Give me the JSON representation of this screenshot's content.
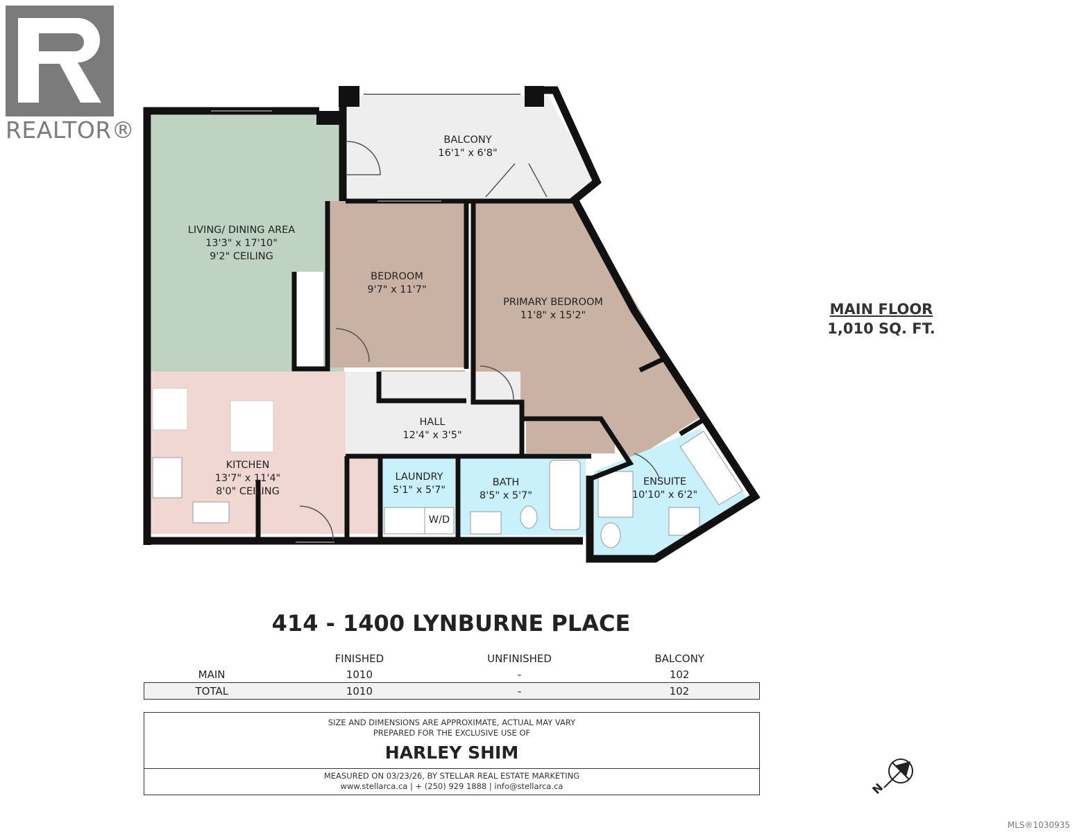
{
  "branding": {
    "realtor_text": "REALTOR®",
    "mls": "MLS®1030935",
    "logo_icon": "realtor-r-logo"
  },
  "rooms": {
    "balcony": {
      "name": "BALCONY",
      "dims": "16'1\" x 6'8\""
    },
    "living": {
      "name": "LIVING/ DINING AREA",
      "dims": "13'3\" x 17'10\"",
      "ceiling": "9'2\" CEILING"
    },
    "bedroom": {
      "name": "BEDROOM",
      "dims": "9'7\" x 11'7\""
    },
    "primary": {
      "name": "PRIMARY BEDROOM",
      "dims": "11'8\" x 15'2\""
    },
    "hall": {
      "name": "HALL",
      "dims": "12'4\" x 3'5\""
    },
    "kitchen": {
      "name": "KITCHEN",
      "dims": "13'7\" x 11'4\"",
      "ceiling": "8'0\" CEILING"
    },
    "laundry": {
      "name": "LAUNDRY",
      "dims": "5'1\" x 5'7\"",
      "appliance": "W/D"
    },
    "bath": {
      "name": "BATH",
      "dims": "8'5\" x 5'7\""
    },
    "ensuite": {
      "name": "ENSUITE",
      "dims": "10'10\" x 6'2\""
    }
  },
  "floor_summary": {
    "title": "MAIN FLOOR",
    "area": "1,010 SQ. FT."
  },
  "address": "414 - 1400 LYNBURNE PLACE",
  "area_table": {
    "headers": [
      "",
      "FINISHED",
      "UNFINISHED",
      "BALCONY"
    ],
    "rows": [
      [
        "MAIN",
        "1010",
        "-",
        "102"
      ],
      [
        "TOTAL",
        "1010",
        "-",
        "102"
      ]
    ]
  },
  "info": {
    "line1": "SIZE AND DIMENSIONS ARE APPROXIMATE, ACTUAL MAY VARY",
    "line2": "PREPARED FOR THE EXCLUSIVE USE OF",
    "client": "HARLEY SHIM",
    "line3": "MEASURED ON 03/23/26, BY STELLAR REAL ESTATE MARKETING",
    "line4": "www.stellarca.ca | + (250) 929 1888 | info@stellarca.ca"
  },
  "compass": {
    "label": "N",
    "icon": "compass-icon"
  },
  "colors": {
    "living": "#bfd3c2",
    "bedroom": "#c9b2a4",
    "kitchen": "#f1d7d1",
    "wet": "#c8f1fb",
    "hall": "#eeeeee",
    "wall": "#111111"
  }
}
